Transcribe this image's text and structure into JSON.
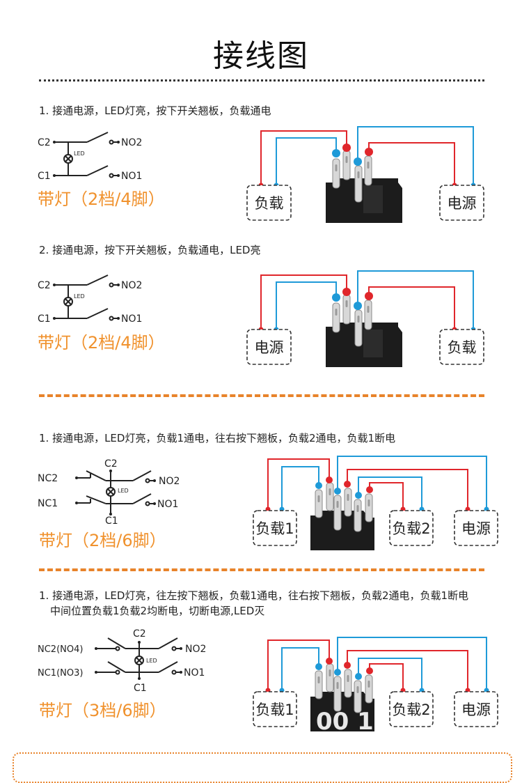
{
  "header": {
    "title": "接线图"
  },
  "colors": {
    "red_wire": "#e0262b",
    "blue_wire": "#1e9ad8",
    "orange_accent": "#f0922e",
    "switch_body": "#1c1c1c"
  },
  "sections": [
    {
      "step": "1. 接通电源，LED灯亮，按下开关翘板，负载通电",
      "caption": "带灯（2档/4脚）",
      "schematic": {
        "terminals": [
          "C2",
          "NO2",
          "C1",
          "NO1"
        ],
        "lamp_label": "LED"
      },
      "boxes": [
        "负载",
        "电源"
      ]
    },
    {
      "step": "2. 接通电源，按下开关翘板，负载通电，LED亮",
      "caption": "带灯（2档/4脚）",
      "schematic": {
        "terminals": [
          "C2",
          "NO2",
          "C1",
          "NO1"
        ],
        "lamp_label": "LED"
      },
      "boxes": [
        "电源",
        "负载"
      ]
    },
    {
      "step": "1. 接通电源，LED灯亮，负载1通电，往右按下翘板，负载2通电，负载1断电",
      "caption": "带灯（2档/6脚）",
      "schematic": {
        "terminals": [
          "C2",
          "NC2",
          "NO2",
          "NC1",
          "NO1",
          "C1"
        ],
        "lamp_label": "LED"
      },
      "boxes": [
        "负载1",
        "负载2",
        "电源"
      ]
    },
    {
      "step": "1. 接通电源，LED灯亮，往左按下翘板，负载1通电，往右按下翘板，负载2通电，负载1断电",
      "step_line2": "中间位置负载1负载2均断电，切断电源,LED灭",
      "caption": "带灯（3档/6脚）",
      "schematic": {
        "terminals": [
          "C2",
          "NC2(NO4)",
          "NO2",
          "NC1(NO3)",
          "NO1",
          "C1"
        ],
        "lamp_label": "LED"
      },
      "boxes": [
        "负载1",
        "负载2",
        "电源"
      ],
      "watermark": "00 1"
    }
  ]
}
